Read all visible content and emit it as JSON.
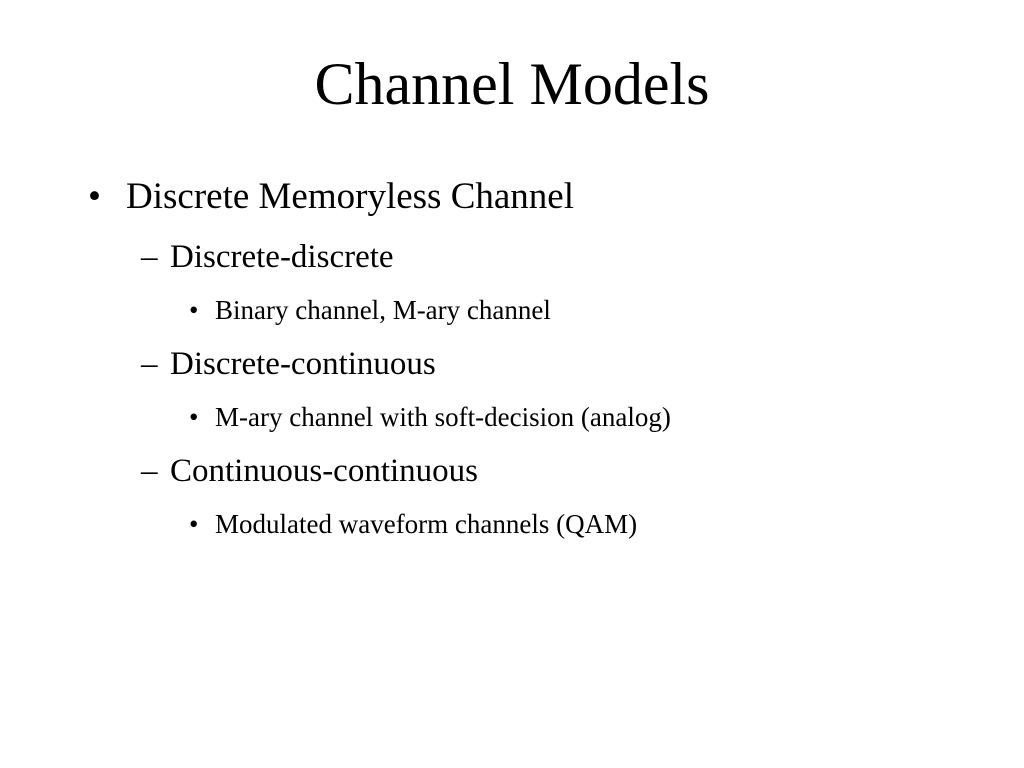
{
  "slide": {
    "title": "Channel Models",
    "markers": {
      "bullet": "•",
      "dash": "–"
    },
    "items": [
      {
        "label": "Discrete Memoryless Channel",
        "subitems": [
          {
            "label": "Discrete-discrete",
            "points": [
              "Binary channel, M-ary channel"
            ]
          },
          {
            "label": "Discrete-continuous",
            "points": [
              "M-ary channel with soft-decision (analog)"
            ]
          },
          {
            "label": "Continuous-continuous",
            "points": [
              "Modulated waveform channels (QAM)"
            ]
          }
        ]
      }
    ]
  }
}
